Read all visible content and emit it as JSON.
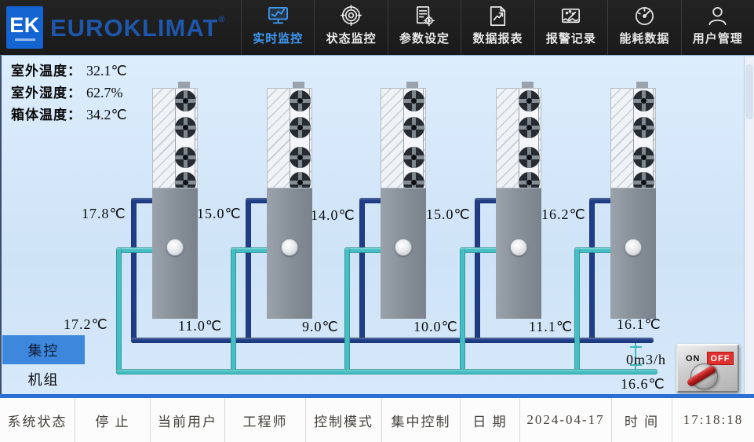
{
  "header": {
    "logo_text": "EK",
    "brand": "EUROKLIMAT",
    "trademark": "®",
    "menu": [
      {
        "label": "实时监控",
        "icon": "monitor-chart",
        "active": true
      },
      {
        "label": "状态监控",
        "icon": "bullseye",
        "active": false
      },
      {
        "label": "参数设定",
        "icon": "document-gear",
        "active": false
      },
      {
        "label": "数据报表",
        "icon": "document-chart",
        "active": false
      },
      {
        "label": "报警记录",
        "icon": "alarm-screen",
        "active": false
      },
      {
        "label": "能耗数据",
        "icon": "gauge",
        "active": false
      },
      {
        "label": "用户管理",
        "icon": "person",
        "active": false
      }
    ]
  },
  "env": {
    "outdoor_temp_label": "室外温度：",
    "outdoor_temp": "32.1℃",
    "outdoor_humidity_label": "室外湿度：",
    "outdoor_humidity": "62.7%",
    "cabinet_temp_label": "箱体温度：",
    "cabinet_temp": "34.2℃"
  },
  "tabs": {
    "group_control": "集控",
    "unit_control": "机组"
  },
  "units": [
    {
      "inlet_temp": "17.8℃",
      "outlet_temp": "11.0℃"
    },
    {
      "inlet_temp": "15.0℃",
      "outlet_temp": "9.0℃"
    },
    {
      "inlet_temp": "14.0℃",
      "outlet_temp": "10.0℃"
    },
    {
      "inlet_temp": "15.0℃",
      "outlet_temp": "11.1℃"
    },
    {
      "inlet_temp": "16.2℃",
      "outlet_temp": "16.1℃"
    }
  ],
  "loop": {
    "return_temp": "17.2℃",
    "flow_rate": "0m3/h",
    "header_temp": "16.6℃"
  },
  "switch": {
    "on_label": "ON",
    "off_label": "OFF",
    "state": "OFF"
  },
  "statusbar": [
    {
      "label": "系统状态"
    },
    {
      "label": "停 止"
    },
    {
      "label": "当前用户"
    },
    {
      "label": "工程师"
    },
    {
      "label": "控制模式"
    },
    {
      "label": "集中控制"
    },
    {
      "label": "日 期"
    },
    {
      "label": "2024-04-17"
    },
    {
      "label": "时 间"
    },
    {
      "label": "17:18:18"
    }
  ],
  "colors": {
    "accent_blue": "#3f9bf5",
    "brand_blue": "#1e57ab",
    "logo_bg": "#1464d2",
    "panel_bg": "#d3e6f8",
    "pipe_supply": "#1f3e87",
    "pipe_return": "#45bfc3",
    "unit_grey": "#868e98",
    "tab_active_bg": "#3d87dd",
    "off_red": "#e23030",
    "divider_blue": "#2a6fd4"
  }
}
